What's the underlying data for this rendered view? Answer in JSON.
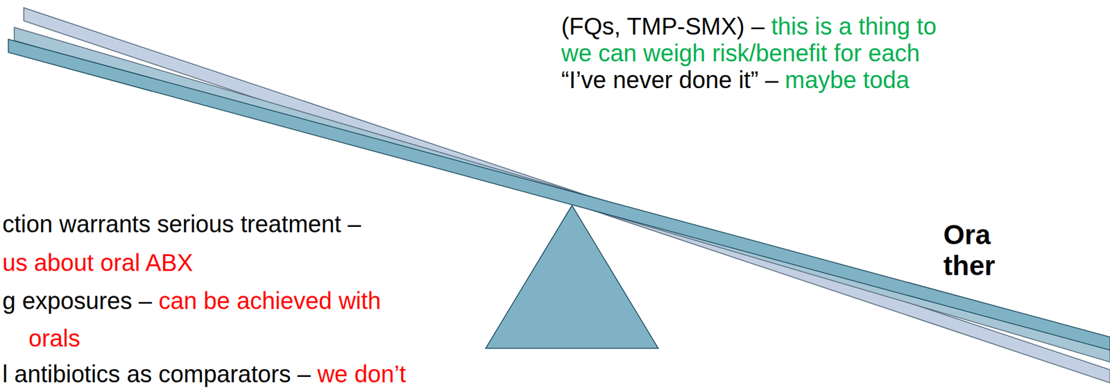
{
  "diagram": {
    "labels": [
      "(FQs, TMP-SMX) –",
      "this is a thing to",
      "we can weigh risk/benefit for each",
      "“I’ve never done it” –",
      "maybe toda",
      "Ora",
      "ther",
      "ction warrants serious treatment –",
      "us about oral ABX",
      "g exposures –",
      "can be achieved with",
      "orals",
      "l antibiotics as comparators –",
      "we don’t"
    ]
  }
}
